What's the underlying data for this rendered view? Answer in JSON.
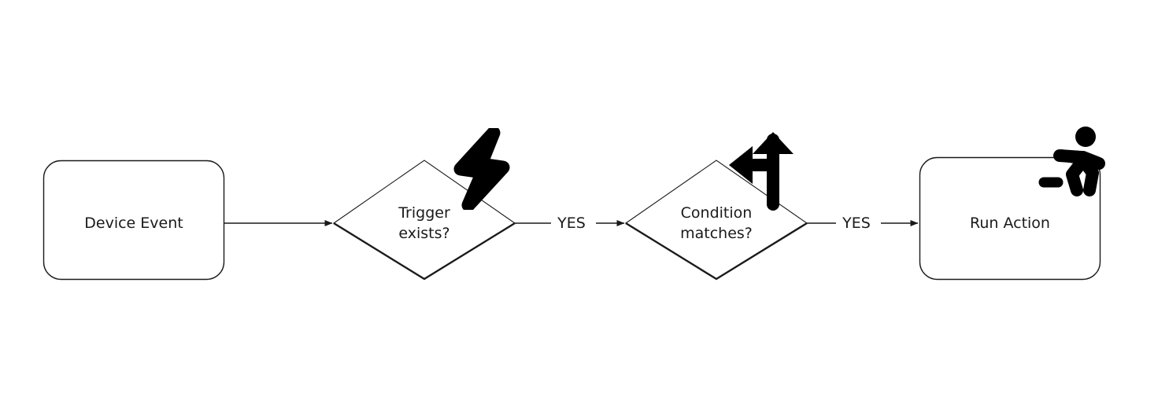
{
  "diagram": {
    "type": "flowchart",
    "orientation": "horizontal",
    "background_color": "#ffffff",
    "stroke_color": "#1a1a1a",
    "text_color": "#1a1a1a",
    "icon_color": "#000000",
    "nodes": [
      {
        "id": "device-event",
        "shape": "rounded-rectangle",
        "label": "Device Event",
        "icon": null
      },
      {
        "id": "trigger-exists",
        "shape": "diamond",
        "label": "Trigger\nexists?",
        "icon": "lightning-bolt-icon"
      },
      {
        "id": "condition-matches",
        "shape": "diamond",
        "label": "Condition\nmatches?",
        "icon": "branch-arrow-icon"
      },
      {
        "id": "run-action",
        "shape": "rounded-rectangle",
        "label": "Run Action",
        "icon": "running-person-icon"
      }
    ],
    "edges": [
      {
        "id": "edge-1",
        "from": "device-event",
        "to": "trigger-exists",
        "label": ""
      },
      {
        "id": "edge-2",
        "from": "trigger-exists",
        "to": "condition-matches",
        "label": "YES"
      },
      {
        "id": "edge-3",
        "from": "condition-matches",
        "to": "run-action",
        "label": "YES"
      }
    ]
  }
}
